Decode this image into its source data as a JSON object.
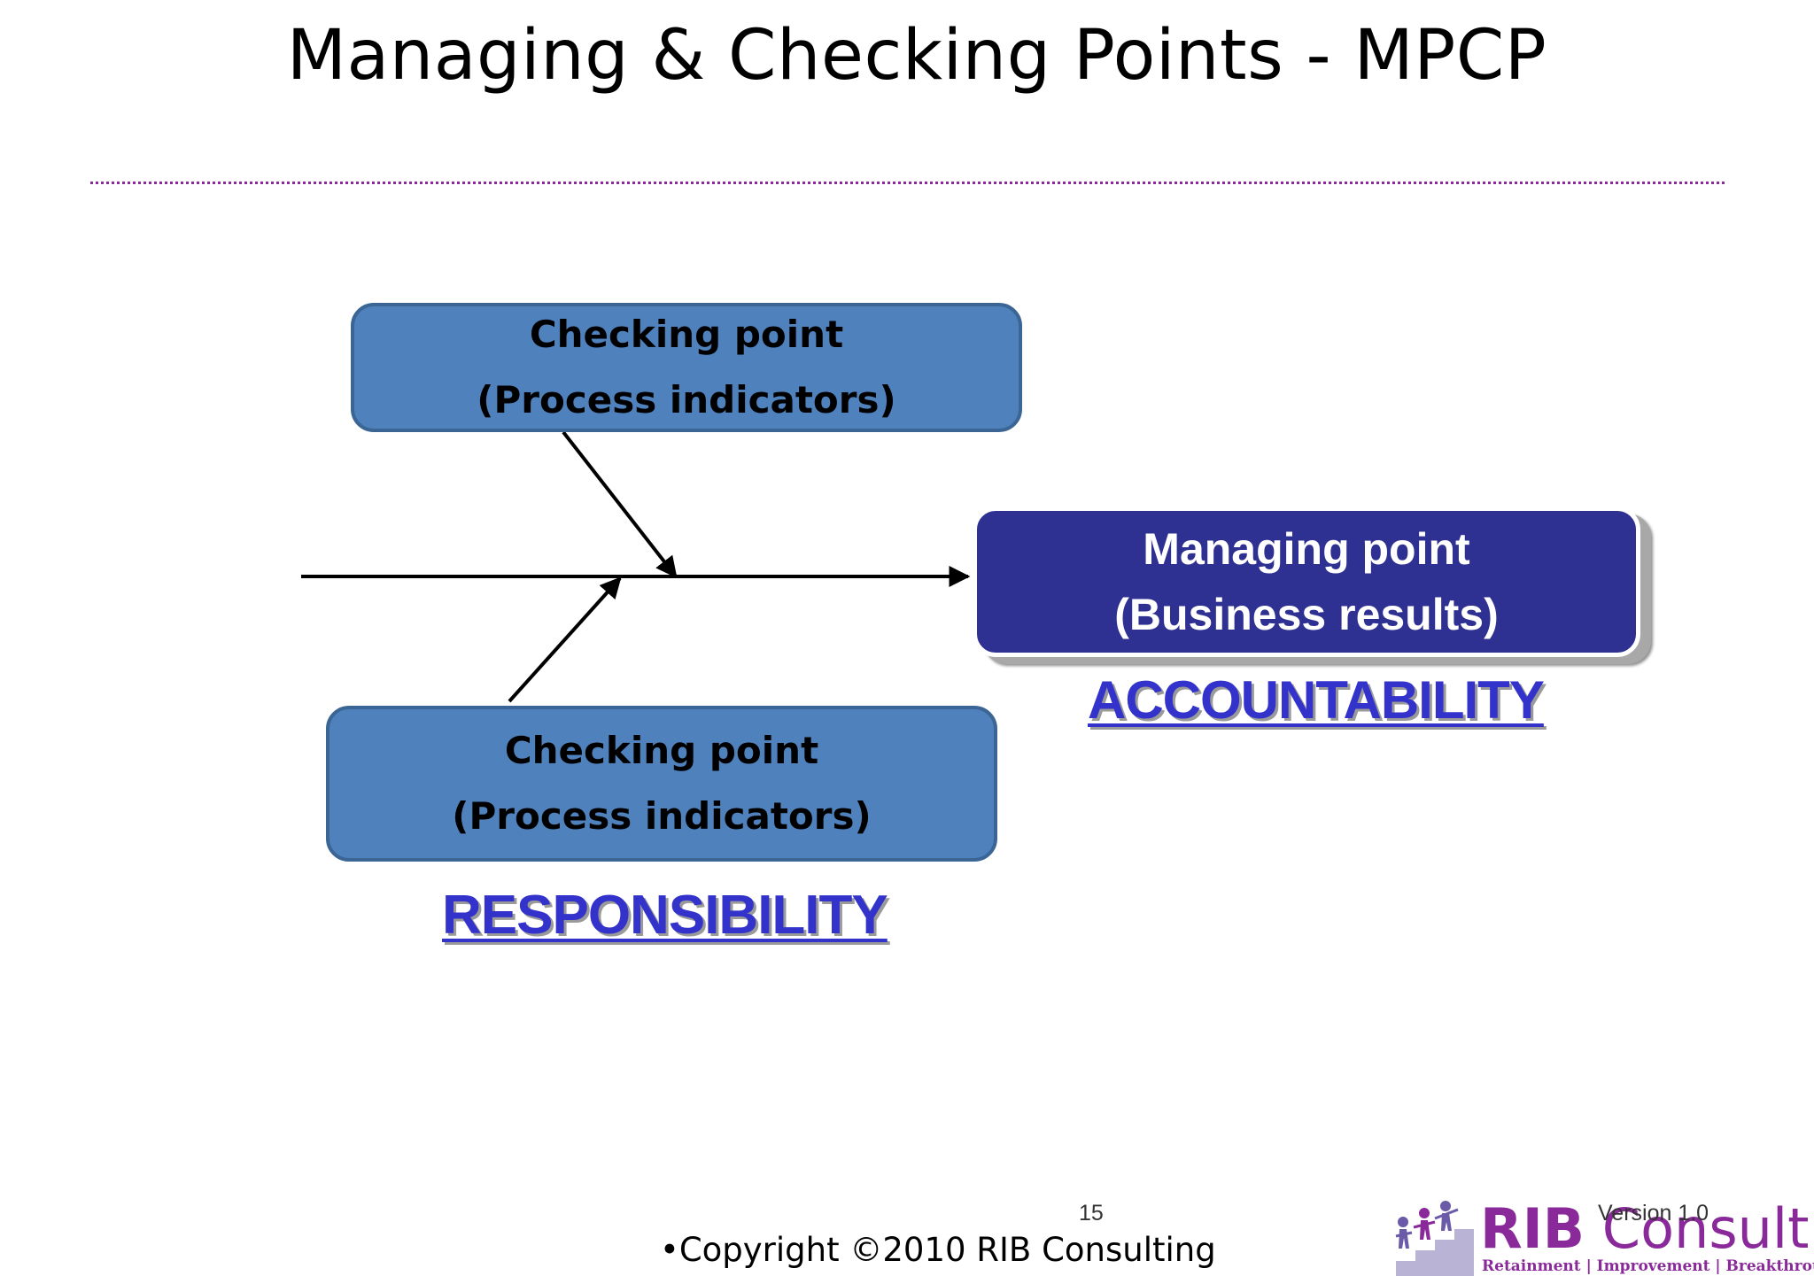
{
  "title": "Managing & Checking Points - MPCP",
  "checking_top": {
    "line1": "Checking point",
    "line2": "(Process indicators)"
  },
  "checking_bottom": {
    "line1": "Checking point",
    "line2": "(Process indicators)"
  },
  "managing": {
    "line1": "Managing point",
    "line2": "(Business results)"
  },
  "accountability": "ACCOUNTABILITY",
  "responsibility": "RESPONSIBILITY",
  "footer": {
    "page_number": "15",
    "copyright": "•Copyright ©2010 RIB Consulting",
    "version": "Version 1.0"
  },
  "logo": {
    "rib": "RIB",
    "consulting": "Consulting",
    "tagline": "Retainment | Improvement | Breakthrough"
  },
  "colors": {
    "checking_fill": "#4f81bd",
    "managing_fill": "#2e3192",
    "keyword": "#3333cc",
    "brand": "#8a2a9a"
  }
}
